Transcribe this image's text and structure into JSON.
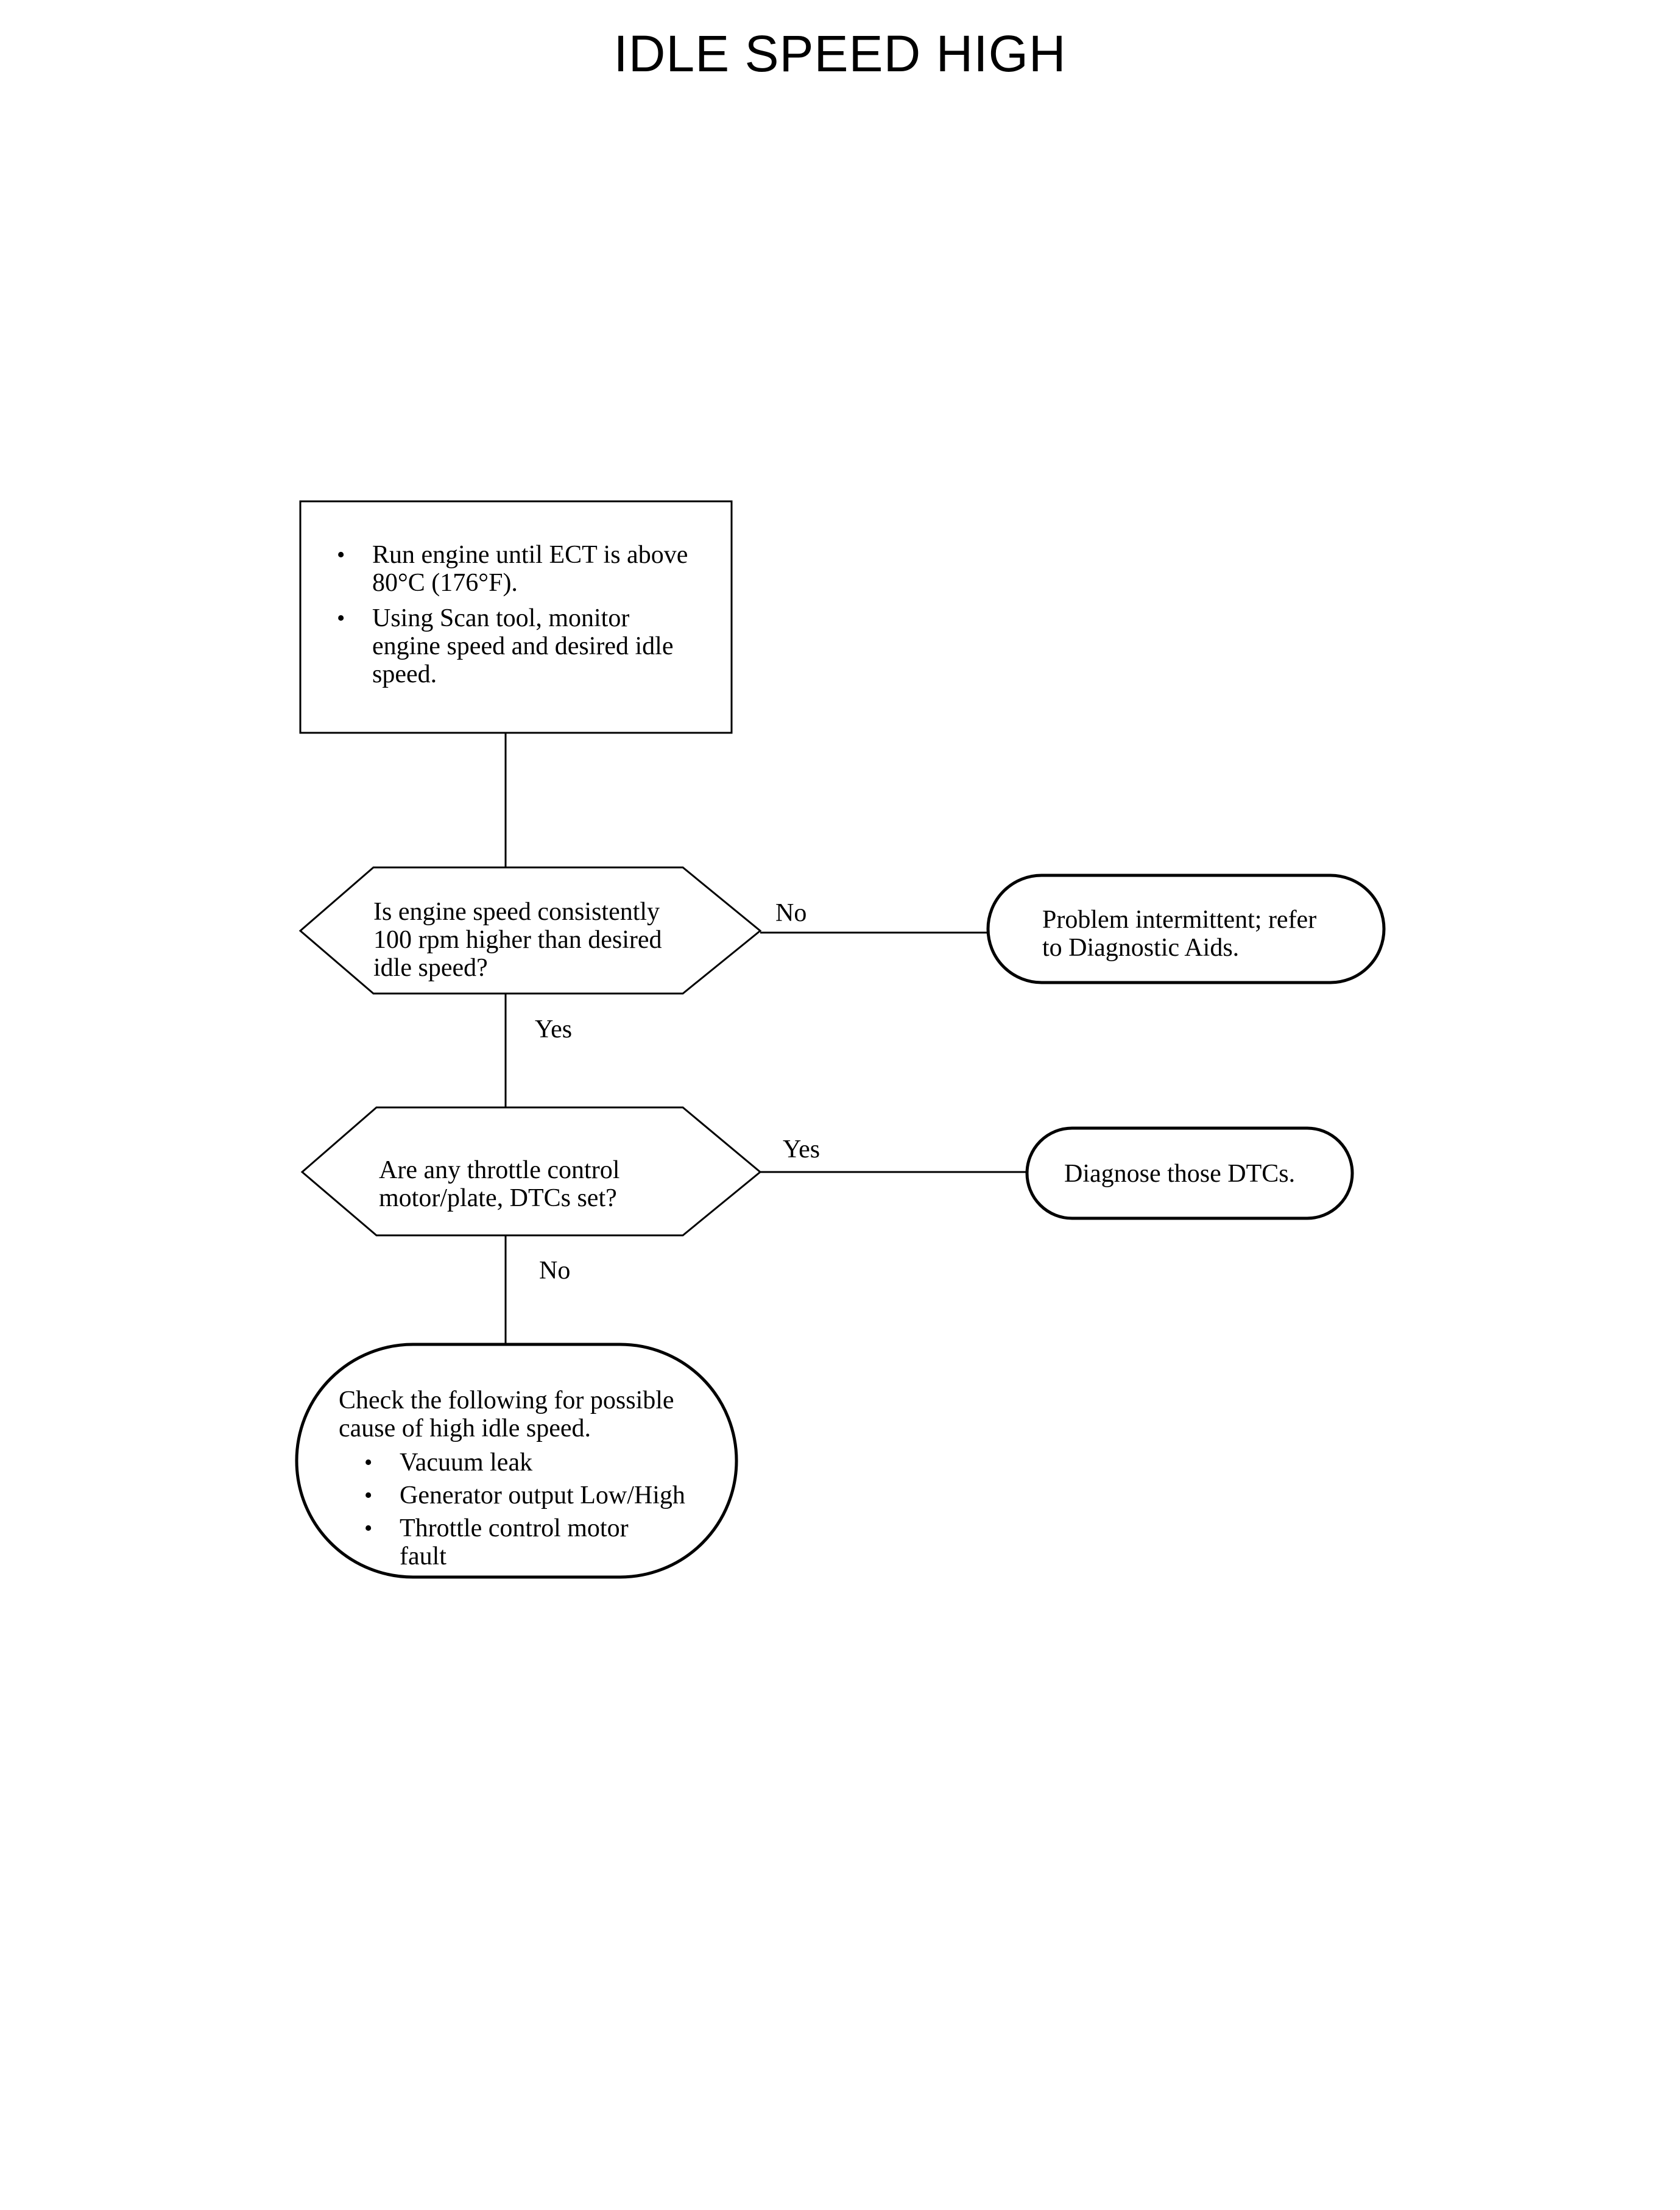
{
  "title": "IDLE SPEED HIGH",
  "nodes": {
    "start": {
      "bullets": [
        "Run engine until ECT is above 80°C (176°F).",
        "Using Scan tool, monitor engine speed and desired idle speed."
      ]
    },
    "decision1": {
      "text": "Is engine speed consistently 100 rpm higher than desired idle speed?"
    },
    "result_intermittent": {
      "text": "Problem intermittent; refer to Diagnostic Aids."
    },
    "decision2": {
      "text": "Are any throttle control motor/plate, DTCs set?"
    },
    "result_dtcs": {
      "text": "Diagnose those DTCs."
    },
    "result_check": {
      "intro": "Check the following for possible cause of high idle speed.",
      "bullets": [
        "Vacuum leak",
        "Generator output Low/High",
        "Throttle control motor fault"
      ]
    }
  },
  "edges": {
    "d1_no": "No",
    "d1_yes": "Yes",
    "d2_yes": "Yes",
    "d2_no": "No"
  }
}
